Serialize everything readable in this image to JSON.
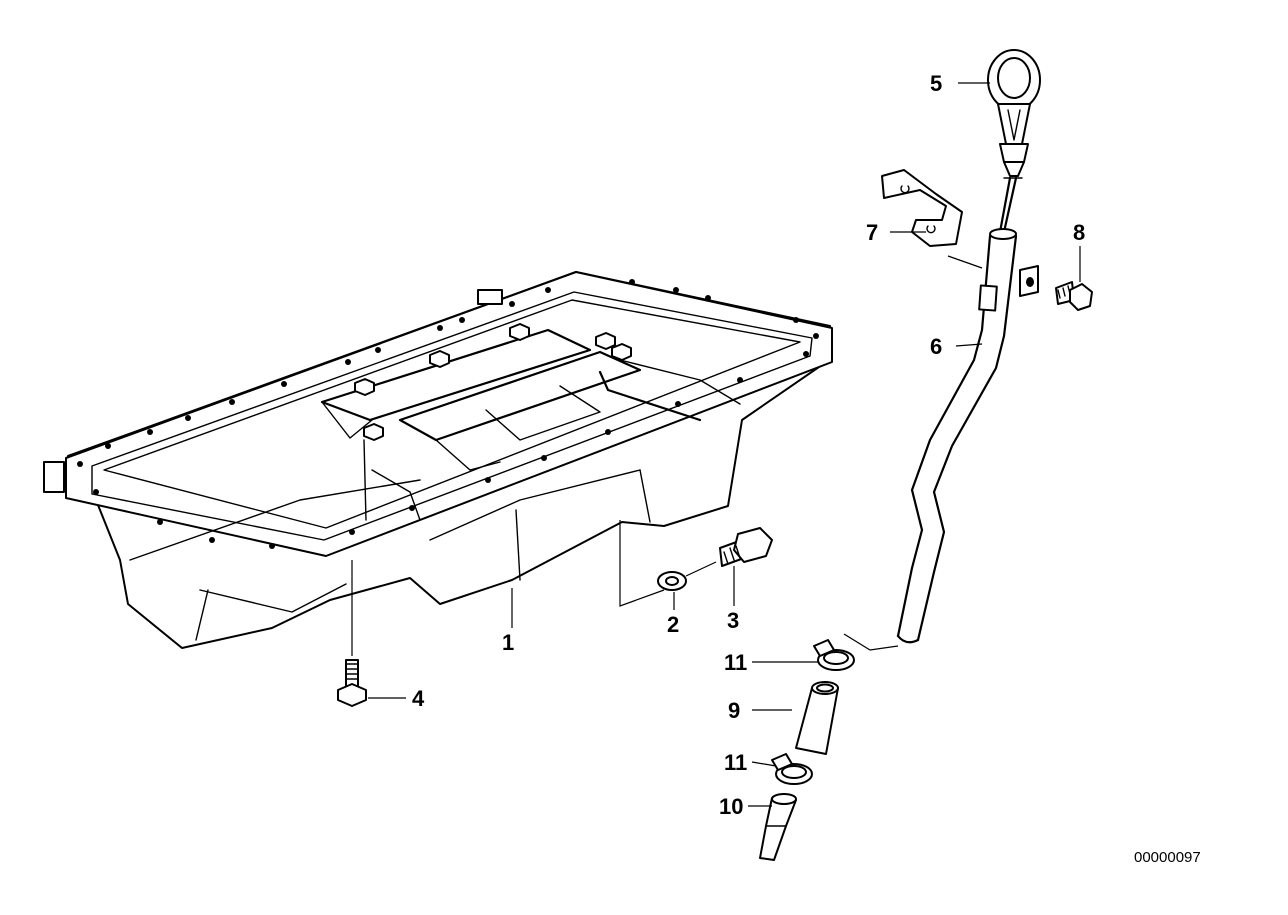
{
  "diagram": {
    "callouts": [
      {
        "id": "1",
        "label": "1"
      },
      {
        "id": "2",
        "label": "2"
      },
      {
        "id": "3",
        "label": "3"
      },
      {
        "id": "4",
        "label": "4"
      },
      {
        "id": "5",
        "label": "5"
      },
      {
        "id": "6",
        "label": "6"
      },
      {
        "id": "7",
        "label": "7"
      },
      {
        "id": "8",
        "label": "8"
      },
      {
        "id": "9",
        "label": "9"
      },
      {
        "id": "10",
        "label": "10"
      },
      {
        "id": "11a",
        "label": "11"
      },
      {
        "id": "11b",
        "label": "11"
      }
    ],
    "reference_code": "00000097"
  }
}
